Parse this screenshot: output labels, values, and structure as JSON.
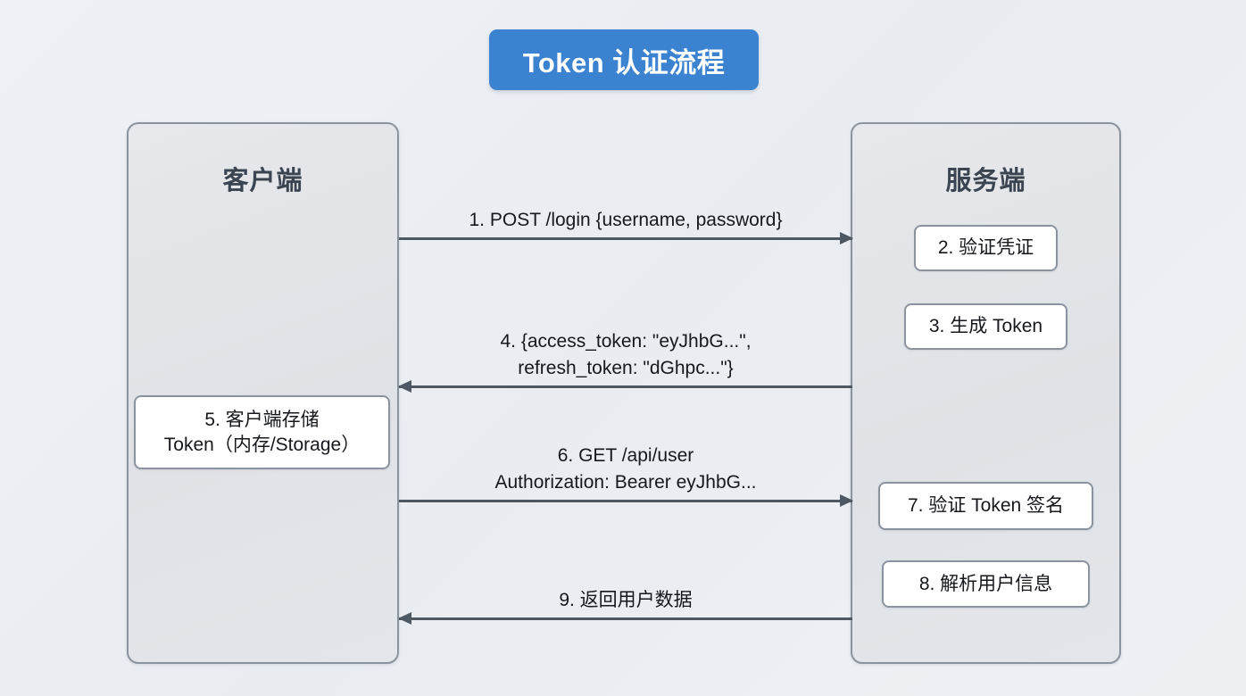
{
  "diagram": {
    "title": "Token 认证流程",
    "type": "sequence-diagram",
    "colors": {
      "title_badge": "#3b82d0",
      "title_text": "#ffffff",
      "lifeline_fill": "#e3e6ea",
      "lifeline_border": "#8b949e",
      "step_box_fill": "#ffffff",
      "arrow": "#4d5863",
      "background": "#eef1f5",
      "text": "#16181c"
    },
    "participants": [
      {
        "id": "client",
        "label": "客户端"
      },
      {
        "id": "server",
        "label": "服务端"
      }
    ],
    "steps": [
      {
        "number": "1",
        "kind": "message",
        "direction": "client-to-server",
        "lines": [
          "1. POST /login {username, password}"
        ]
      },
      {
        "number": "2",
        "kind": "activation",
        "side": "server",
        "lines": [
          "2. 验证凭证"
        ]
      },
      {
        "number": "3",
        "kind": "activation",
        "side": "server",
        "lines": [
          "3. 生成 Token"
        ]
      },
      {
        "number": "4",
        "kind": "message",
        "direction": "server-to-client",
        "lines": [
          "4. {access_token: \"eyJhbG...\",",
          "refresh_token: \"dGhpc...\"}"
        ]
      },
      {
        "number": "5",
        "kind": "activation",
        "side": "client",
        "lines": [
          "5. 客户端存储",
          "Token（内存/Storage）"
        ]
      },
      {
        "number": "6",
        "kind": "message",
        "direction": "client-to-server",
        "lines": [
          "6. GET /api/user",
          "Authorization: Bearer eyJhbG..."
        ]
      },
      {
        "number": "7",
        "kind": "activation",
        "side": "server",
        "lines": [
          "7. 验证 Token 签名"
        ]
      },
      {
        "number": "8",
        "kind": "activation",
        "side": "server",
        "lines": [
          "8. 解析用户信息"
        ]
      },
      {
        "number": "9",
        "kind": "message",
        "direction": "server-to-client",
        "lines": [
          "9. 返回用户数据"
        ]
      }
    ]
  }
}
